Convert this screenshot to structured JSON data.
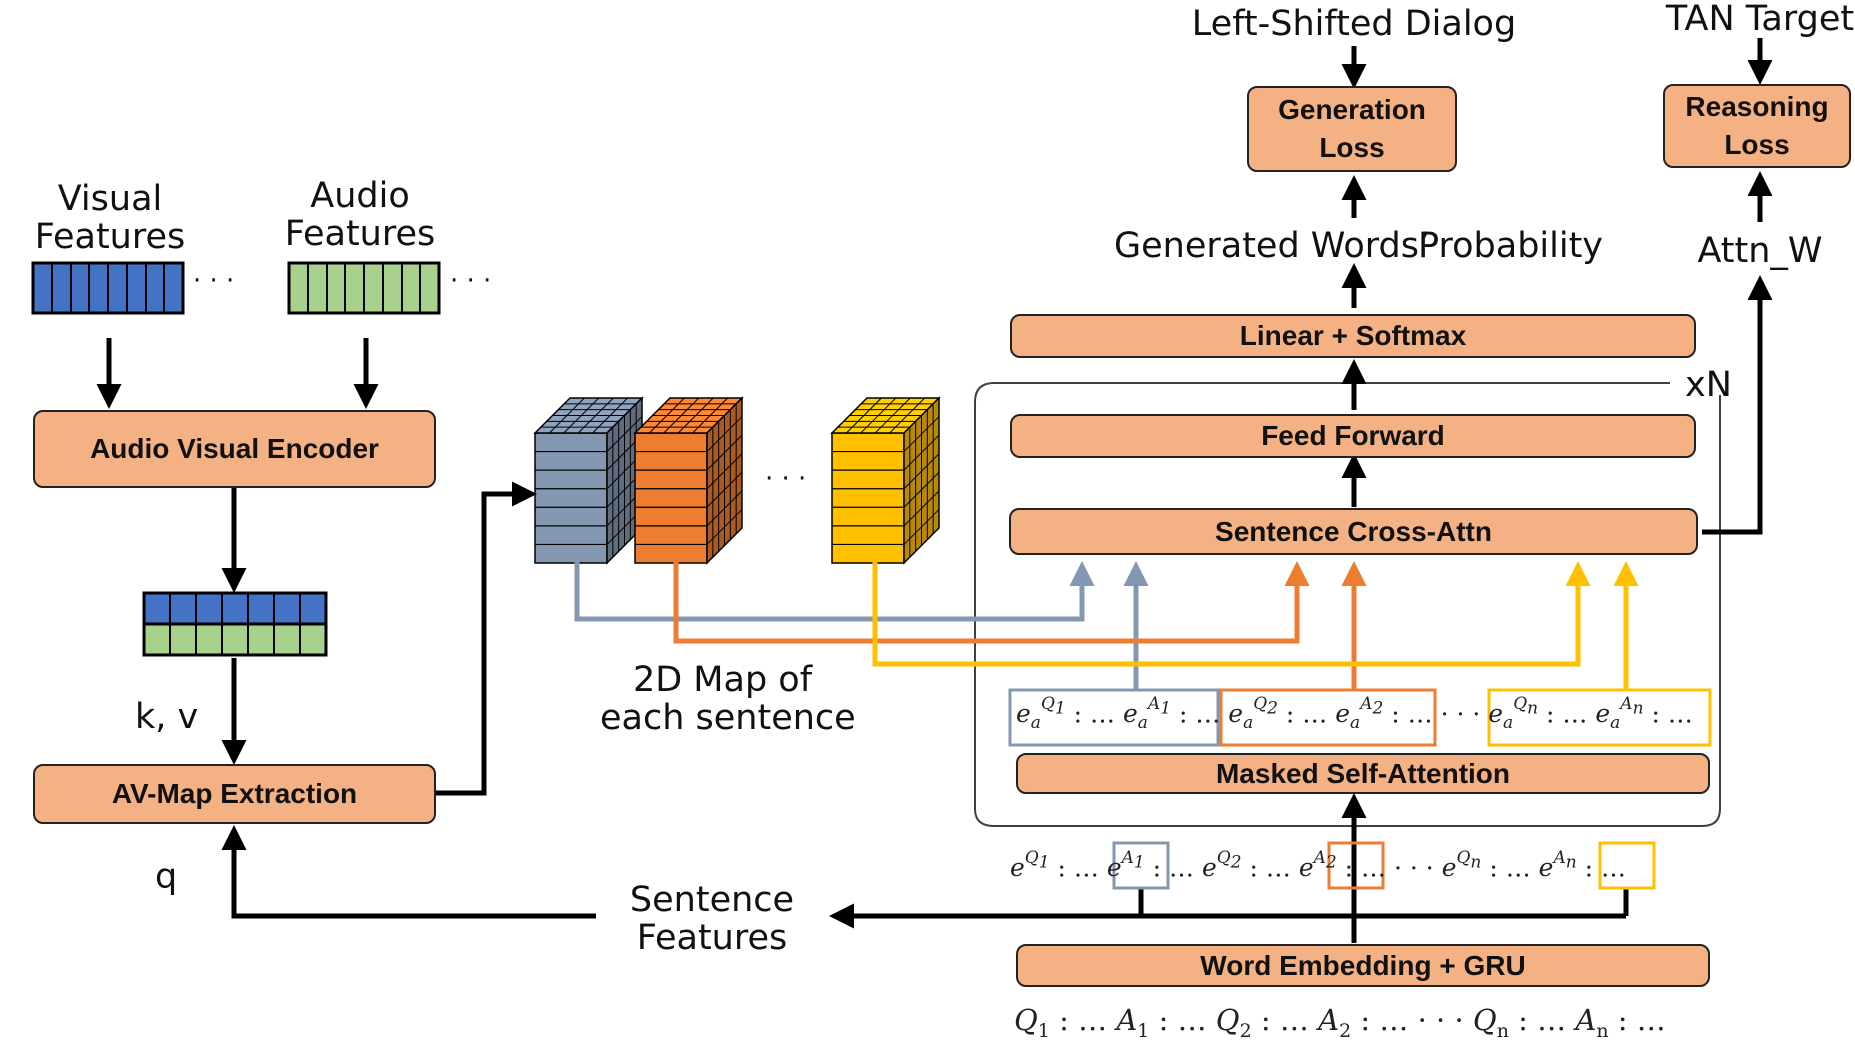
{
  "top_labels": {
    "left_shifted_dialog": "Left-Shifted Dialog",
    "tan_target": "TAN Target",
    "generated_words": "Generated Words’",
    "probability": "Probability",
    "attn_w": "Attn_W",
    "xN": "xN"
  },
  "inputs": {
    "visual_features": [
      "Visual",
      "Features"
    ],
    "audio_features": [
      "Audio",
      "Features"
    ],
    "ellipsis": "· · ·"
  },
  "boxes": {
    "generation_loss": "Generation Loss",
    "reasoning_loss": "Reasoning Loss",
    "linear_softmax": "Linear + Softmax",
    "feed_forward": "Feed Forward",
    "sentence_cross_attn": "Sentence Cross-Attn",
    "masked_self_attention": "Masked Self-Attention",
    "word_embedding_gru": "Word Embedding + GRU",
    "audio_visual_encoder": "Audio Visual Encoder",
    "av_map_extraction": "AV-Map Extraction"
  },
  "side_labels": {
    "kv": "k, v",
    "q": "q",
    "map_2d": [
      "2D Map of",
      "each sentence"
    ],
    "sentence_features": [
      "Sentence",
      "Features"
    ],
    "map_ellipsis": "· · ·"
  },
  "math": {
    "dialog_tokens": [
      "Q",
      "1",
      " : … ",
      "A",
      "1",
      " : … ",
      "Q",
      "2",
      " : … ",
      "A",
      "2",
      " : …   · · ·  ",
      "Q",
      "n",
      " : … ",
      "A",
      "n",
      " : …"
    ],
    "sentence_separator": " : … ",
    "middle_ellipsis": "· · ·",
    "embedding_base": "e"
  },
  "colors": {
    "box_fill": "#f4b183",
    "gray_blue": "#8497b0",
    "orange": "#ed7d31",
    "yellow": "#ffc000",
    "visual_blue": "#4472c4",
    "audio_green": "#a9d18e"
  }
}
